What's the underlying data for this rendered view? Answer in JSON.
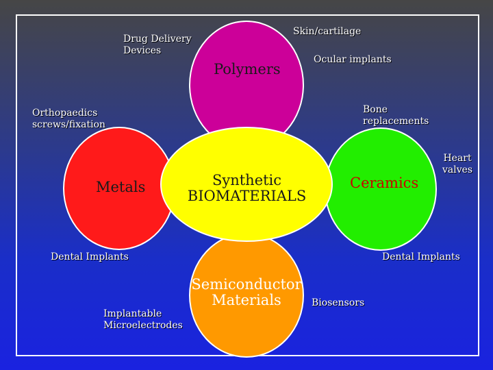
{
  "hub": {
    "line1": "Synthetic",
    "line2": "BIOMATERIALS"
  },
  "categories": {
    "polymers": {
      "label": "Polymers",
      "color": "#cc0099"
    },
    "metals": {
      "label": "Metals",
      "color": "#ff1a1a"
    },
    "ceramics": {
      "label": "Ceramics",
      "color": "#22ee00"
    },
    "semiconductors": {
      "line1": "Semiconductor",
      "line2": "Materials",
      "color": "#ff9900"
    }
  },
  "applications": {
    "drug_delivery": {
      "line1": "Drug Delivery",
      "line2": "Devices"
    },
    "skin_cartilage": "Skin/cartilage",
    "ocular": "Ocular implants",
    "orthopaedics": {
      "line1": "Orthopaedics",
      "line2": "screws/fixation"
    },
    "bone": {
      "line1": "Bone",
      "line2": "replacements"
    },
    "heart": {
      "line1": "Heart",
      "line2": "valves"
    },
    "dental_left": "Dental Implants",
    "dental_right": "Dental Implants",
    "microelectrodes": {
      "line1": "Implantable",
      "line2": "Microelectrodes"
    },
    "biosensors": "Biosensors"
  }
}
